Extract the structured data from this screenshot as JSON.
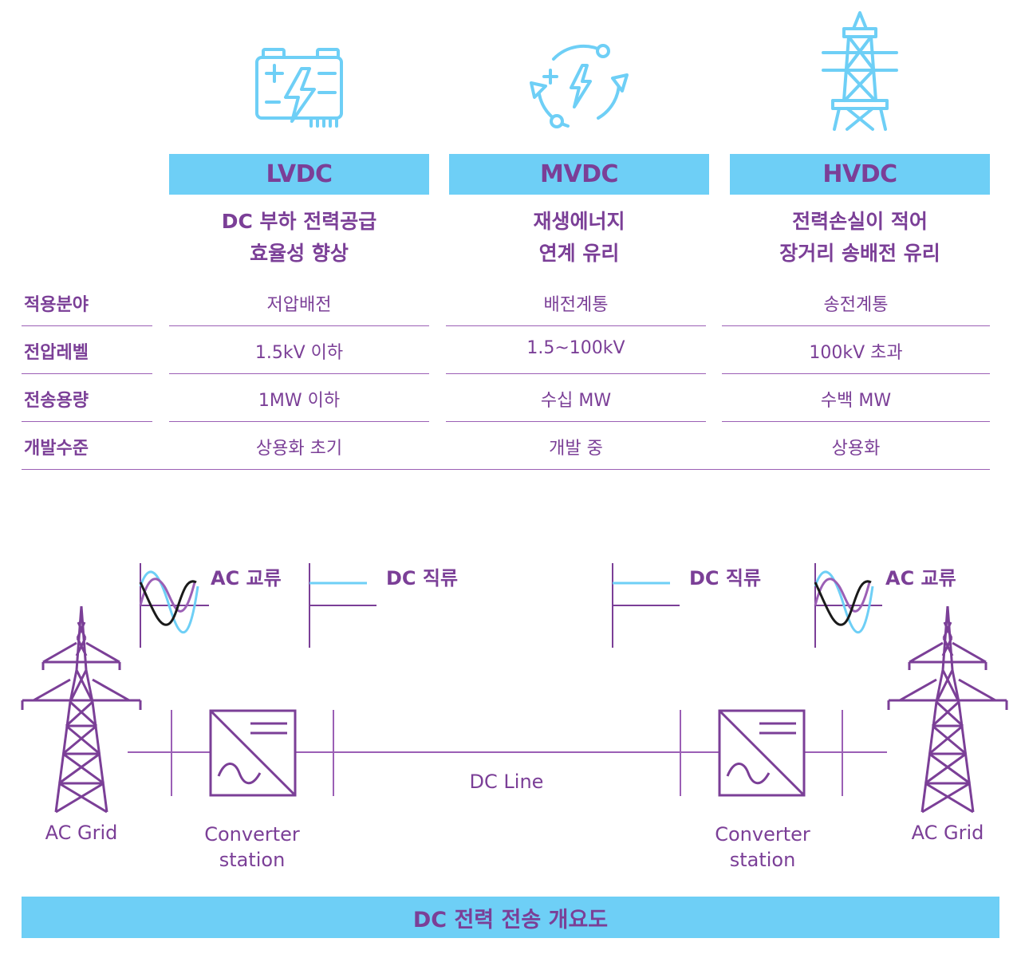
{
  "columns": [
    {
      "key": "lvdc",
      "title": "LVDC",
      "desc_line1": "DC 부하 전력공급",
      "desc_line2": "효율성 향상",
      "icon": "battery-icon"
    },
    {
      "key": "mvdc",
      "title": "MVDC",
      "desc_line1": "재생에너지",
      "desc_line2": "연계 유리",
      "icon": "renewable-cycle-icon"
    },
    {
      "key": "hvdc",
      "title": "HVDC",
      "desc_line1": "전력손실이 적어",
      "desc_line2": "장거리 송배전 유리",
      "icon": "transmission-tower-icon"
    }
  ],
  "rows": [
    {
      "label": "적용분야",
      "values": [
        "저압배전",
        "배전계통",
        "송전계통"
      ]
    },
    {
      "label": "전압레벨",
      "values": [
        "1.5kV 이하",
        "1.5~100kV",
        "100kV 초과"
      ]
    },
    {
      "label": "전송용량",
      "values": [
        "1MW 이하",
        "수십 MW",
        "수백 MW"
      ]
    },
    {
      "label": "개발수준",
      "values": [
        "상용화 초기",
        "개발 중",
        "상용화"
      ]
    }
  ],
  "diagram": {
    "ac_left": "AC 교류",
    "dc_left": "DC 직류",
    "dc_right": "DC 직류",
    "ac_right": "AC 교류",
    "ac_grid_left": "AC Grid",
    "converter_left_line1": "Converter",
    "converter_left_line2": "station",
    "dc_line": "DC Line",
    "converter_right_line1": "Converter",
    "converter_right_line2": "station",
    "ac_grid_right": "AC Grid"
  },
  "footer": "DC 전력 전송 개요도",
  "colors": {
    "accent_blue": "#6ecff6",
    "purple": "#7b3f97",
    "line_purple": "#9b5fb5",
    "wave_black": "#1a1a1a"
  }
}
